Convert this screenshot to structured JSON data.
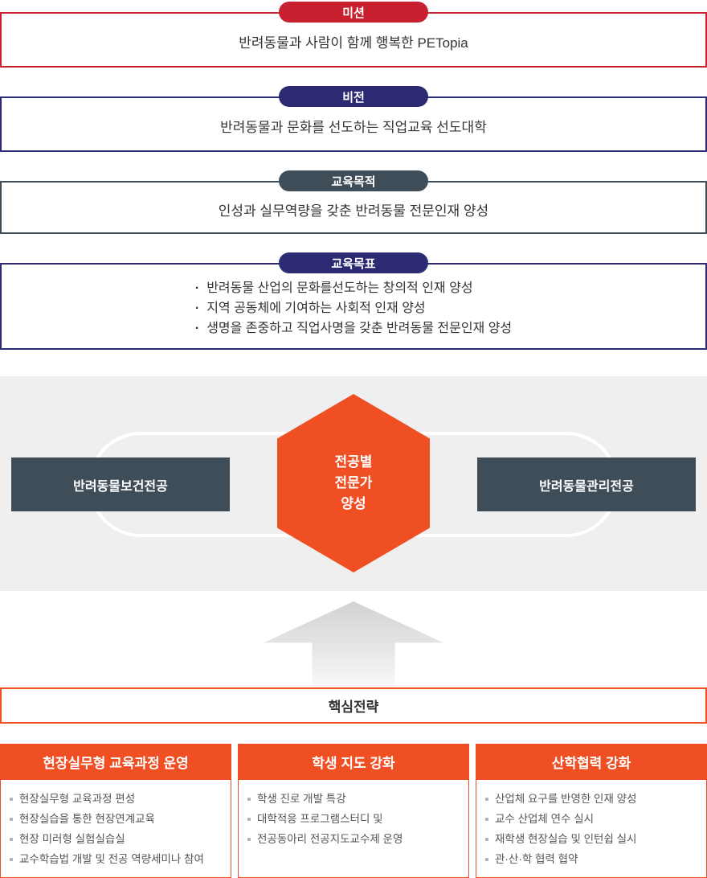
{
  "colors": {
    "mission_red": "#c8202f",
    "vision_navy": "#2b2a72",
    "purpose_slate": "#3e4d58",
    "strategy_orange": "#f04f23",
    "panel_gray": "#efefef"
  },
  "sections": [
    {
      "badge": "미션",
      "text": "반려동물과 사람이 함께 행복한 PETopia"
    },
    {
      "badge": "비전",
      "text": "반려동물과 문화를 선도하는 직업교육 선도대학"
    },
    {
      "badge": "교육목적",
      "text": "인성과 실무역량을 갖춘 반려동물 전문인재 양성"
    },
    {
      "badge": "교육목표",
      "lines": [
        "반려동물 산업의 문화를선도하는 창의적 인재 양성",
        "지역 공동체에 기여하는 사회적 인재 양성",
        "생명을 존중하고 직업사명을 갖춘 반려동물 전문인재 양성"
      ]
    }
  ],
  "majors": {
    "left": "반려동물보건전공",
    "right": "반려동물관리전공",
    "center": [
      "전공별",
      "전문가",
      "양성"
    ]
  },
  "core_strategy": "핵심전략",
  "columns": [
    {
      "title": "현장실무형 교육과정 운영",
      "items": [
        "현장실무형 교육과정 편성",
        "현장실습을 통한 현장연계교육",
        "현장 미러형 실험실습실",
        "교수학습법 개발 및 전공 역량세미나 참여"
      ]
    },
    {
      "title": "학생 지도 강화",
      "items": [
        "학생 진로 개발 특강",
        "대학적응 프로그램스터디 및",
        "전공동아리 전공지도교수제 운영"
      ]
    },
    {
      "title": "산학협력 강화",
      "items": [
        "산업체 요구를 반영한 인재 양성",
        "교수 산업체 연수 실시",
        "재학생 현장실습 및 인턴쉽 실시",
        "관·산·학 협력 협약"
      ]
    }
  ]
}
